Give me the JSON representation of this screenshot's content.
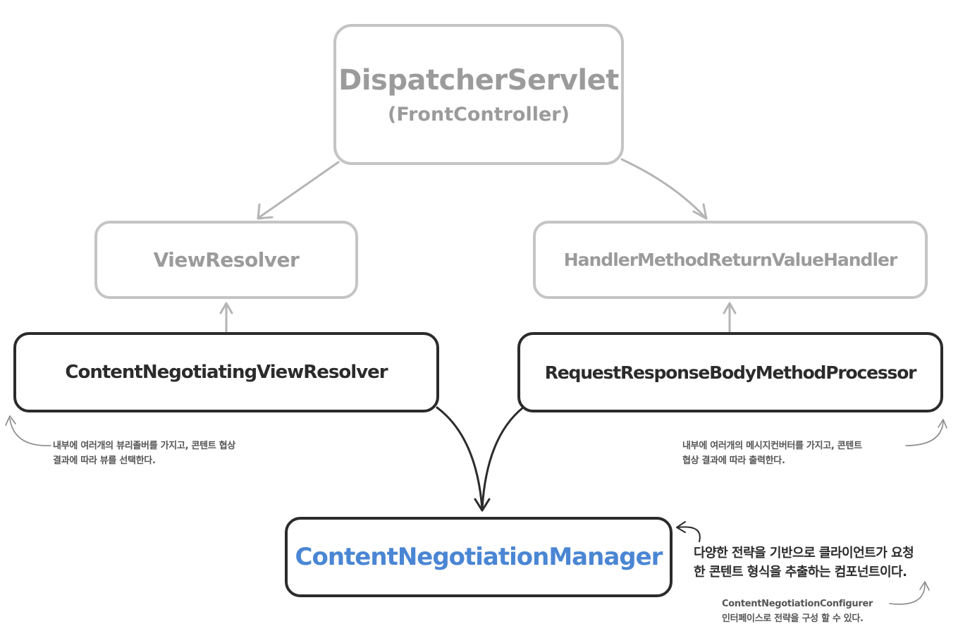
{
  "dispatcher": {
    "title": "DispatcherServlet",
    "subtitle": "(FrontController)"
  },
  "view_resolver": {
    "title": "ViewResolver"
  },
  "handler": {
    "title": "HandlerMethodReturnValueHandler"
  },
  "cn_view_resolver": {
    "title": "ContentNegotiatingViewResolver"
  },
  "rr_processor": {
    "title": "RequestResponseBodyMethodProcessor"
  },
  "cn_manager": {
    "title": "ContentNegotiationManager"
  },
  "notes": {
    "left_line1": "내부에 여러개의 뷰리졸버를 가지고, 콘텐트 협상",
    "left_line2": "결과에 따라 뷰를 선택한다.",
    "right_line1": "내부에 여러개의 메시지컨버터를 가지고, 콘텐트",
    "right_line2": "협상 결과에 따라 출력한다.",
    "manager_line1": "다양한 전략을 기반으로 클라이언트가 요청",
    "manager_line2": "한 콘텐트 형식을 추출하는 컴포넌트이다.",
    "configurer_line1": "ContentNegotiationConfigurer",
    "configurer_line2": "인터페이스로 전략을 구성 할 수 있다."
  },
  "colors": {
    "light_border": "#c4c4c4",
    "light_text": "#9b9b9b",
    "dark": "#2b2b2b",
    "accent_blue": "#4a86d4"
  }
}
